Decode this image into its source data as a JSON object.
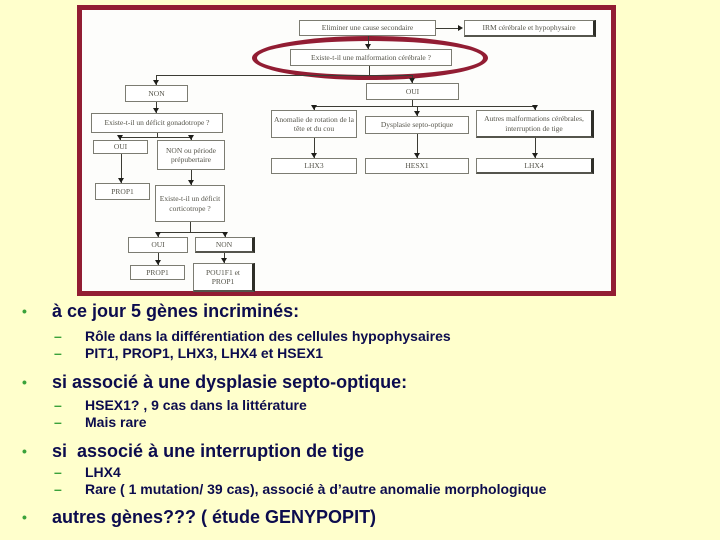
{
  "slide": {
    "background_color": "#FFFFCC",
    "accent_border_color": "#921D33",
    "bullet_green_color": "#3AA23A",
    "text_navy_color": "#0C0C4E"
  },
  "markers": {
    "bullet": "•",
    "dash": "–"
  },
  "flowchart": {
    "nodes": {
      "eliminer": "Eliminer une cause secondaire",
      "irm": "IRM cérébrale et hypophysaire",
      "malformation": "Existe-t-il une malformation cérébrale ?",
      "non1": "NON",
      "oui1": "OUI",
      "gonadotrope": "Existe-t-il un déficit gonadotrope ?",
      "oui2": "OUI",
      "non_periode": "NON ou période prépubertaire",
      "prop1a": "PROP1",
      "corticotrope": "Existe-t-il un déficit corticotrope ?",
      "oui3": "OUI",
      "non3": "NON",
      "prop1b": "PROP1",
      "pou1f1": "POU1F1 et PROP1",
      "anomalie": "Anomalie de rotation de la tête et du cou",
      "dysplasie": "Dysplasie septo-optique",
      "autres": "Autres malformations cérébrales, interruption de tige",
      "lhx3": "LHX3",
      "hesx1": "HESX1",
      "lhx4": "LHX4"
    }
  },
  "bullets": [
    {
      "label": "à ce jour 5 gènes incriminés:",
      "subs": [
        "Rôle dans la différentiation des cellules hypophysaires",
        "PIT1, PROP1, LHX3, LHX4 et HSEX1"
      ]
    },
    {
      "label": "si associé à une dysplasie septo-optique:",
      "subs": [
        "HSEX1? , 9 cas dans la littérature",
        "Mais rare"
      ]
    },
    {
      "label": "si  associé à une interruption de tige",
      "subs": [
        "LHX4",
        "Rare ( 1 mutation/ 39 cas), associé à d’autre anomalie morphologique"
      ]
    },
    {
      "label": "autres gènes??? ( étude GENYPOPIT)",
      "subs": []
    }
  ]
}
